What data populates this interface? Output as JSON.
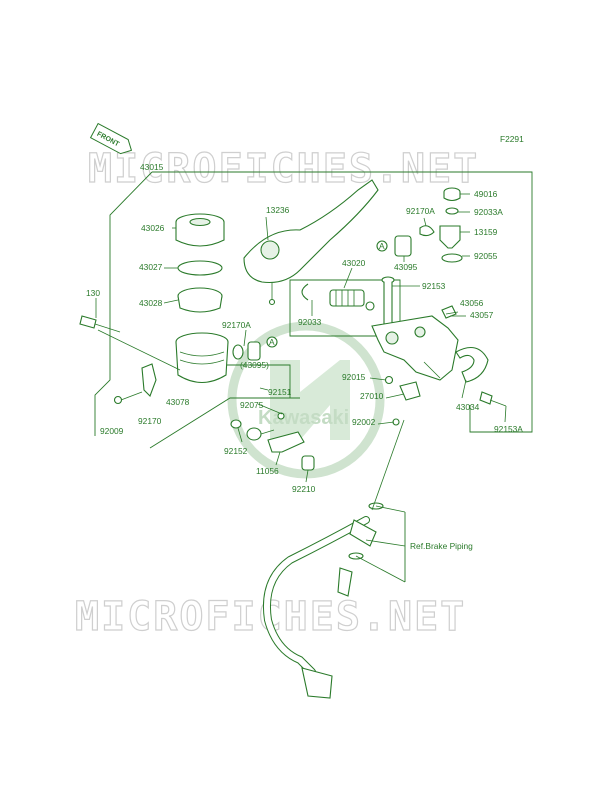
{
  "diagram": {
    "figure_code": "F2291",
    "front_label": "FRONT",
    "watermark_top": "MICROFICHES.NET",
    "watermark_bottom": "MICROFICHES.NET",
    "brand_stamp": "Kawasaki",
    "ref_note": "Ref.Brake Piping",
    "colors": {
      "line": "#2a7a2a",
      "fill": "#e6f2e6",
      "watermark": "#cfcfcf"
    },
    "labels": {
      "p43015": "43015",
      "p43026": "43026",
      "p43027": "43027",
      "p43028": "43028",
      "p130": "130",
      "p92170A_a": "92170A",
      "p43095_paren": "(43095)",
      "p43078": "43078",
      "p92170": "92170",
      "p92009": "92009",
      "p13236": "13236",
      "p43020": "43020",
      "p92033": "92033",
      "p92151": "92151",
      "p92075": "92075",
      "p92152": "92152",
      "p11056": "11056",
      "p92210": "92210",
      "p92170A_b": "92170A",
      "p43095": "43095",
      "p92153": "92153",
      "p49016": "49016",
      "p92033A": "92033A",
      "p13159": "13159",
      "p92055": "92055",
      "p43056": "43056",
      "p43057": "43057",
      "p92015": "92015",
      "p27010": "27010",
      "p92002": "92002",
      "p43034": "43034",
      "p92153A": "92153A",
      "callout_a": "A"
    }
  }
}
